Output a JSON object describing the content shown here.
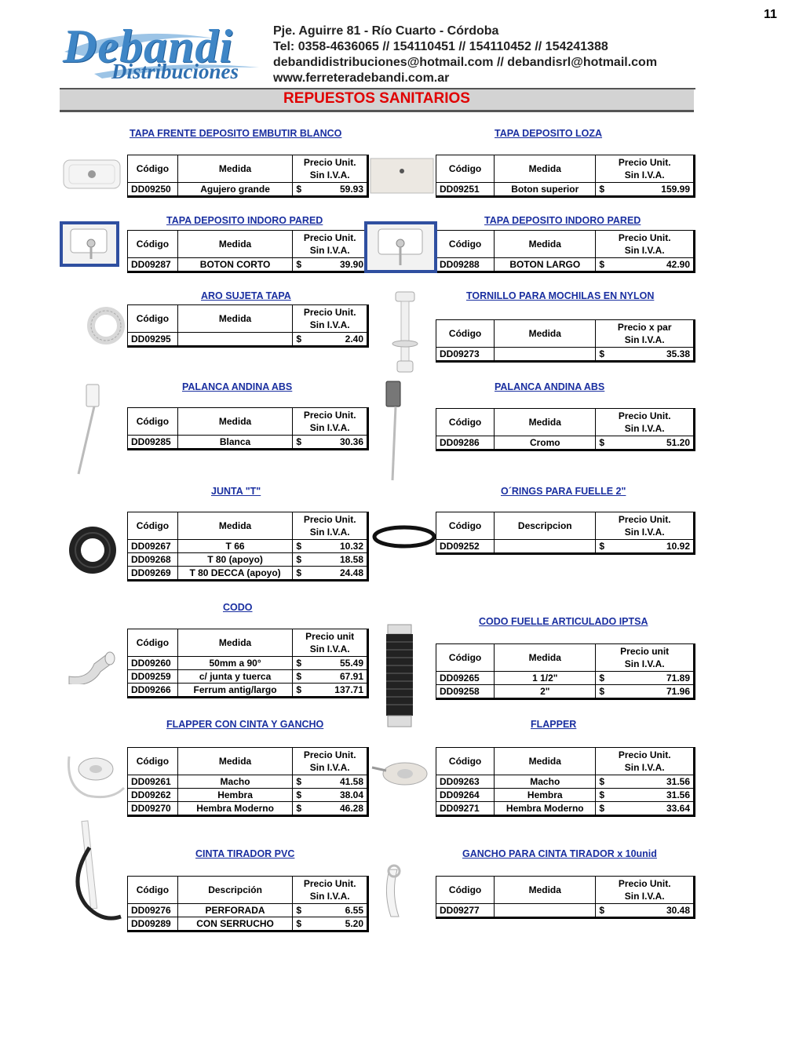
{
  "page_number": "11",
  "header": {
    "logo_main": "Debandi",
    "logo_sub": "Distribuciones",
    "address": "Pje. Aguirre 81 - Río Cuarto - Córdoba",
    "phones": "Tel: 0358-4636065 // 154110451 // 154110452 // 154241388",
    "emails": "debandidistribuciones@hotmail.com // debandisrl@hotmail.com",
    "web": "www.ferreteradebandi.com.ar"
  },
  "page_title": "REPUESTOS SANITARIOS",
  "sections": [
    {
      "title": "TAPA FRENTE DEPOSITO EMBUTIR BLANCO ",
      "headers": [
        "Código",
        "Medida",
        "Precio Unit.",
        "Sin I.V.A."
      ],
      "rows": [
        {
          "code": "DD09250",
          "medida": "Agujero grande",
          "cur": "$",
          "price": "59.93"
        }
      ]
    },
    {
      "title": "TAPA DEPOSITO LOZA",
      "headers": [
        "Código",
        "Medida",
        "Precio Unit.",
        "Sin I.V.A."
      ],
      "rows": [
        {
          "code": "DD09251",
          "medida": "Boton superior",
          "cur": "$",
          "price": "159.99"
        }
      ]
    },
    {
      "title": "TAPA DEPOSITO INDORO PARED",
      "headers": [
        "Código",
        "Medida",
        "Precio Unit.",
        "Sin I.V.A."
      ],
      "rows": [
        {
          "code": "DD09287",
          "medida": "BOTON CORTO",
          "cur": "$",
          "price": "39.90"
        }
      ]
    },
    {
      "title": "TAPA DEPOSITO INDORO PARED",
      "headers": [
        "Código",
        "Medida",
        "Precio Unit.",
        "Sin I.V.A."
      ],
      "rows": [
        {
          "code": "DD09288",
          "medida": "BOTON LARGO",
          "cur": "$",
          "price": "42.90"
        }
      ]
    },
    {
      "title": "ARO SUJETA TAPA",
      "headers": [
        "Código",
        "Medida",
        "Precio Unit.",
        "Sin I.V.A."
      ],
      "rows": [
        {
          "code": "DD09295",
          "medida": "",
          "cur": "$",
          "price": "2.40"
        }
      ]
    },
    {
      "title": "TORNILLO  PARA MOCHILAS EN NYLON",
      "headers": [
        "Código",
        "Medida",
        "Precio x par",
        "Sin I.V.A."
      ],
      "rows": [
        {
          "code": "DD09273",
          "medida": "",
          "cur": "$",
          "price": "35.38"
        }
      ]
    },
    {
      "title": "PALANCA ANDINA ABS",
      "headers": [
        "Código",
        "Medida",
        "Precio Unit.",
        "Sin I.V.A."
      ],
      "rows": [
        {
          "code": "DD09285",
          "medida": "Blanca",
          "cur": "$",
          "price": "30.36"
        }
      ]
    },
    {
      "title": "PALANCA ANDINA ABS",
      "headers": [
        "Código",
        "Medida",
        "Precio Unit.",
        "Sin I.V.A."
      ],
      "rows": [
        {
          "code": "DD09286",
          "medida": "Cromo",
          "cur": "$",
          "price": "51.20"
        }
      ]
    },
    {
      "title": "JUNTA \"T\"",
      "headers": [
        "Código",
        "Medida",
        "Precio Unit.",
        "Sin I.V.A."
      ],
      "rows": [
        {
          "code": "DD09267",
          "medida": "T 66",
          "cur": "$",
          "price": "10.32"
        },
        {
          "code": "DD09268",
          "medida": "T 80 (apoyo)",
          "cur": "$",
          "price": "18.58"
        },
        {
          "code": "DD09269",
          "medida": "T 80 DECCA (apoyo)",
          "cur": "$",
          "price": "24.48"
        }
      ]
    },
    {
      "title": "O´RINGS PARA FUELLE 2\"",
      "headers": [
        "Código",
        "Descripcion",
        "Precio Unit.",
        "Sin I.V.A."
      ],
      "rows": [
        {
          "code": "DD09252",
          "medida": "",
          "cur": "$",
          "price": "10.92"
        }
      ]
    },
    {
      "title": "CODO",
      "headers": [
        "Código",
        "Medida",
        "Precio unit",
        "Sin I.V.A."
      ],
      "rows": [
        {
          "code": "DD09260",
          "medida": "50mm a 90°",
          "cur": "$",
          "price": "55.49"
        },
        {
          "code": "DD09259",
          "medida": "c/ junta y tuerca",
          "cur": "$",
          "price": "67.91"
        },
        {
          "code": "DD09266",
          "medida": "Ferrum antig/largo",
          "cur": "$",
          "price": "137.71"
        }
      ]
    },
    {
      "title": "CODO FUELLE ARTICULADO IPTSA",
      "headers": [
        "Código",
        "Medida",
        "Precio unit",
        "Sin I.V.A."
      ],
      "rows": [
        {
          "code": "DD09265",
          "medida": "1 1/2\"",
          "cur": "$",
          "price": "71.89"
        },
        {
          "code": "DD09258",
          "medida": "2\"",
          "cur": "$",
          "price": "71.96"
        }
      ]
    },
    {
      "title": "FLAPPER CON CINTA Y GANCHO",
      "headers": [
        "Código",
        "Medida",
        "Precio Unit.",
        "Sin I.V.A."
      ],
      "rows": [
        {
          "code": "DD09261",
          "medida": "Macho",
          "cur": "$",
          "price": "41.58"
        },
        {
          "code": "DD09262",
          "medida": "Hembra",
          "cur": "$",
          "price": "38.04"
        },
        {
          "code": "DD09270",
          "medida": "Hembra Moderno",
          "cur": "$",
          "price": "46.28"
        }
      ]
    },
    {
      "title": "FLAPPER ",
      "headers": [
        "Código",
        "Medida",
        "Precio Unit.",
        "Sin I.V.A."
      ],
      "rows": [
        {
          "code": "DD09263",
          "medida": "Macho",
          "cur": "$",
          "price": "31.56"
        },
        {
          "code": "DD09264",
          "medida": "Hembra",
          "cur": "$",
          "price": "31.56"
        },
        {
          "code": "DD09271",
          "medida": "Hembra Moderno",
          "cur": "$",
          "price": "33.64"
        }
      ]
    },
    {
      "title": "CINTA TIRADOR PVC ",
      "headers": [
        "Código",
        "Descripción",
        "Precio Unit.",
        "Sin I.V.A."
      ],
      "rows": [
        {
          "code": "DD09276",
          "medida": "PERFORADA",
          "cur": "$",
          "price": "6.55"
        },
        {
          "code": "DD09289",
          "medida": "CON SERRUCHO",
          "cur": "$",
          "price": "5.20"
        }
      ]
    },
    {
      "title": " GANCHO PARA CINTA TIRADOR x 10unid",
      "headers": [
        "Código",
        "Medida",
        "Precio Unit.",
        "Sin I.V.A."
      ],
      "rows": [
        {
          "code": "DD09277",
          "medida": "",
          "cur": "$",
          "price": "30.48"
        }
      ]
    }
  ]
}
